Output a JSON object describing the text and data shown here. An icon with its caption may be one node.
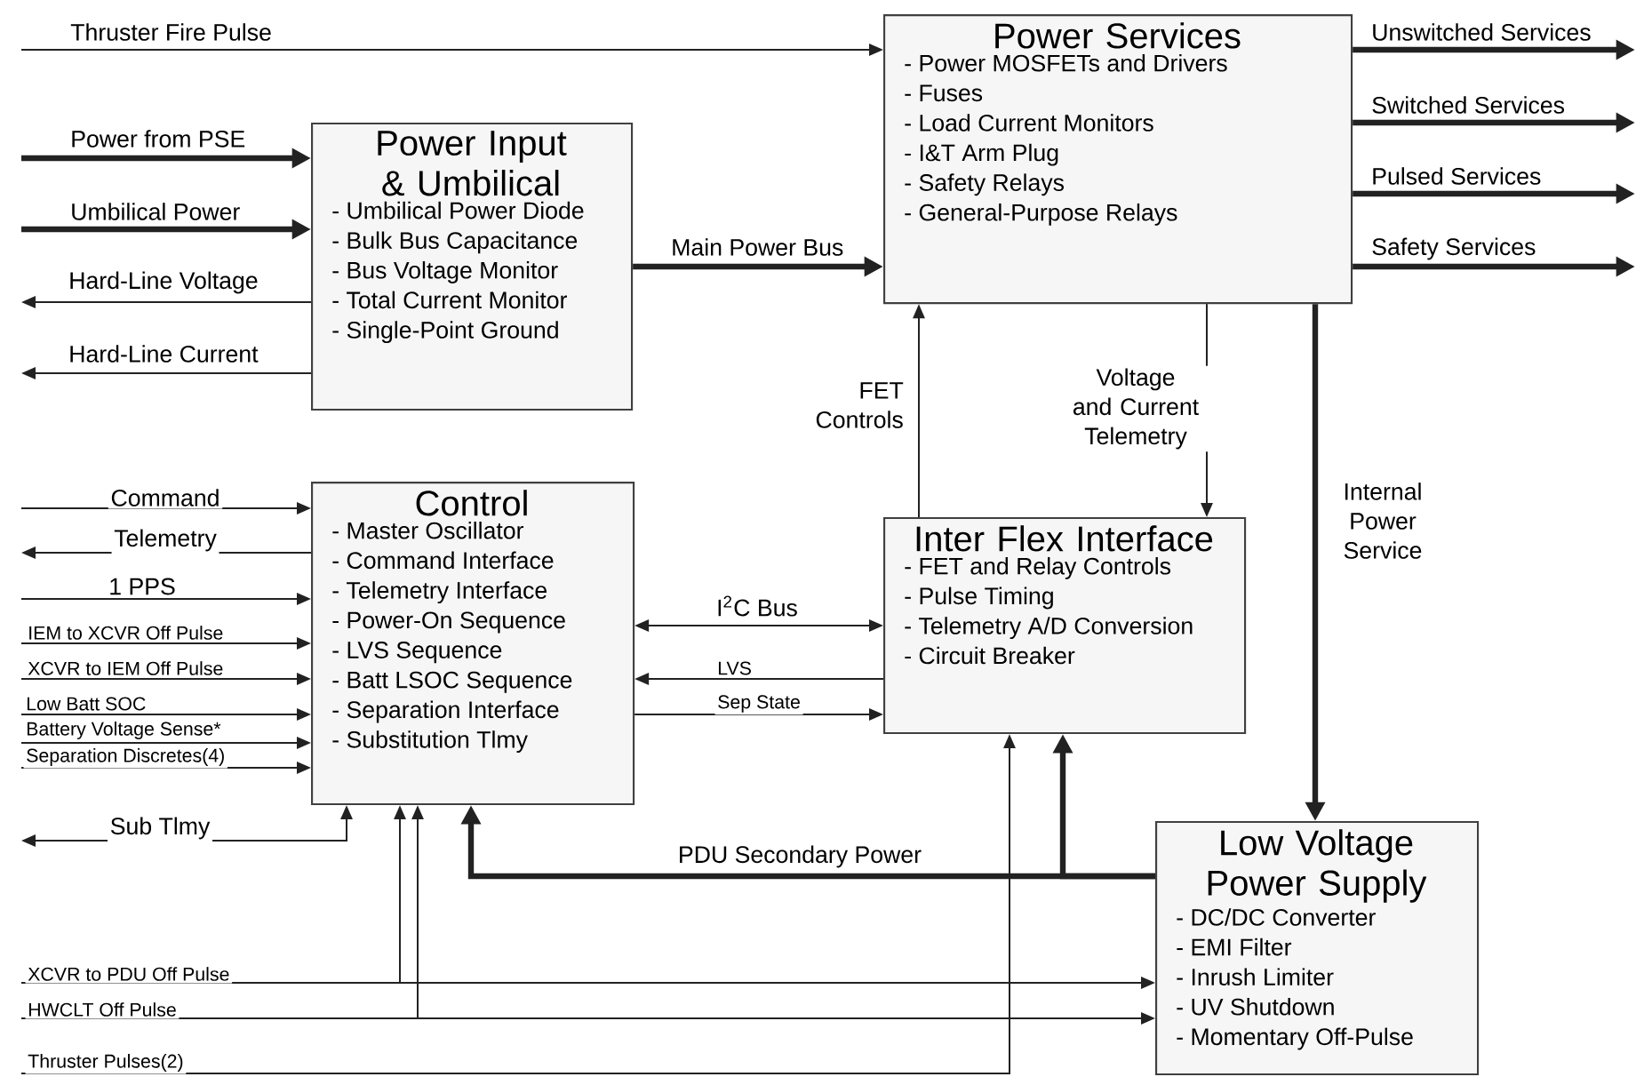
{
  "diagram": {
    "nodes": [
      {
        "text": [
          "Power Input & Umbilical",
          "- Umbilical Power Diode",
          "- Bulk Bus Capacitance",
          "- Bus Voltage Monitor",
          "- Total Current Monitor",
          "- Single-Point Ground"
        ]
      },
      {
        "text": [
          "Power Services",
          "- Power MOSFETs and Drivers",
          "- Fuses",
          "- Load Current Monitors",
          "- I&T Arm Plug",
          "- Safety Relays",
          "- General-Purpose Relays"
        ]
      },
      {
        "text": [
          "Control",
          "- Master Oscillator",
          "- Command Interface",
          "- Telemetry Interface",
          "- Power-On Sequence",
          "- LVS Sequence",
          "- Batt LSOC Sequence",
          "- Separation Interface",
          "- Substitution Tlmy"
        ]
      },
      {
        "text": [
          "Inter Flex Interface",
          "- FET and Relay Controls",
          "- Pulse Timing",
          "- Telemetry A/D Conversion",
          "- Circuit Breaker"
        ]
      },
      {
        "text": [
          "Low Voltage Power Supply",
          "- DC/DC Converter",
          "- EMI Filter",
          "- Inrush Limiter",
          "- UV Shutdown",
          "- Momentary Off-Pulse"
        ]
      }
    ],
    "edges": [
      {
        "from": null,
        "to": 1,
        "arrow": "to",
        "label": "Thruster Fire Pulse"
      },
      {
        "from": null,
        "to": 0,
        "arrow": "to",
        "label": "Power from PSE",
        "style": "thick"
      },
      {
        "from": null,
        "to": 0,
        "arrow": "to",
        "label": "Umbilical Power",
        "style": "thick"
      },
      {
        "from": 0,
        "to": null,
        "arrow": "to",
        "label": "Hard-Line Voltage"
      },
      {
        "from": 0,
        "to": null,
        "arrow": "to",
        "label": "Hard-Line Current"
      },
      {
        "from": 0,
        "to": 1,
        "arrow": "to",
        "label": "Main Power Bus",
        "style": "thick"
      },
      {
        "from": 1,
        "to": null,
        "arrow": "to",
        "label": "Unswitched Services",
        "style": "thick"
      },
      {
        "from": 1,
        "to": null,
        "arrow": "to",
        "label": "Switched Services",
        "style": "thick"
      },
      {
        "from": 1,
        "to": null,
        "arrow": "to",
        "label": "Pulsed Services",
        "style": "thick"
      },
      {
        "from": 1,
        "to": null,
        "arrow": "to",
        "label": "Safety Services",
        "style": "thick"
      },
      {
        "from": 3,
        "to": 1,
        "arrow": "to",
        "label": "FET Controls"
      },
      {
        "from": 1,
        "to": 3,
        "arrow": "to",
        "label": "Voltage and Current Telemetry"
      },
      {
        "from": 1,
        "to": 4,
        "arrow": "to",
        "label": "Internal Power Service",
        "style": "thick"
      },
      {
        "from": null,
        "to": 2,
        "arrow": "to",
        "label": "Command"
      },
      {
        "from": 2,
        "to": null,
        "arrow": "to",
        "label": "Telemetry"
      },
      {
        "from": null,
        "to": 2,
        "arrow": "to",
        "label": "1 PPS"
      },
      {
        "from": null,
        "to": 2,
        "arrow": "to",
        "label": "IEM to XCVR Off Pulse"
      },
      {
        "from": null,
        "to": 2,
        "arrow": "to",
        "label": "XCVR to IEM Off Pulse"
      },
      {
        "from": null,
        "to": 2,
        "arrow": "to",
        "label": "Low Batt SOC"
      },
      {
        "from": null,
        "to": 2,
        "arrow": "to",
        "label": "Battery Voltage Sense*"
      },
      {
        "from": null,
        "to": 2,
        "arrow": "to",
        "label": "Separation Discretes(4)"
      },
      {
        "from": 2,
        "to": null,
        "arrow": "both",
        "label": "Sub Tlmy"
      },
      {
        "from": 2,
        "to": 3,
        "arrow": "both",
        "label": "I$^{2}$C Bus"
      },
      {
        "from": 3,
        "to": 2,
        "arrow": "to",
        "label": "LVS"
      },
      {
        "from": 2,
        "to": 3,
        "arrow": "to",
        "label": "Sep State"
      },
      {
        "from": 4,
        "to": 2,
        "arrow": "to",
        "label": "PDU Secondary Power",
        "style": "thick"
      },
      {
        "from": 4,
        "to": 3,
        "arrow": "to",
        "style": "thick"
      },
      {
        "from": null,
        "to": 4,
        "arrow": "to",
        "label": "XCVR to PDU Off Pulse"
      },
      {
        "from": null,
        "to": 2,
        "arrow": "to"
      },
      {
        "from": null,
        "to": 4,
        "arrow": "to",
        "label": "HWCLT Off Pulse"
      },
      {
        "from": null,
        "to": 2,
        "arrow": "to"
      },
      {
        "from": null,
        "to": 3,
        "arrow": "to",
        "label": "Thruster Pulses(2)"
      }
    ]
  }
}
